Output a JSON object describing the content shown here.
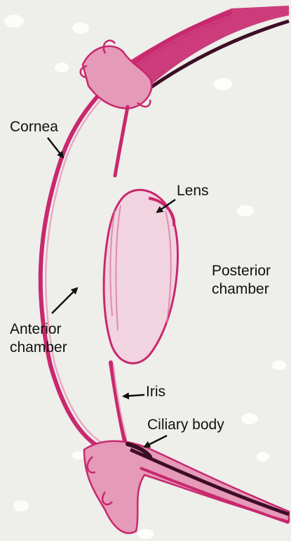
{
  "colors": {
    "background": "#eeeeea",
    "tissue_dark": "#c8286e",
    "tissue_light": "#e9a9c3",
    "lens_fill": "#f1d4e0",
    "pigment": "#3d0d26",
    "text": "#111111"
  },
  "labels": {
    "cornea": "Cornea",
    "lens": "Lens",
    "posterior_line1": "Posterior",
    "posterior_line2": "chamber",
    "anterior_line1": "Anterior",
    "anterior_line2": "chamber",
    "iris": "Iris",
    "ciliary_body": "Ciliary body"
  }
}
